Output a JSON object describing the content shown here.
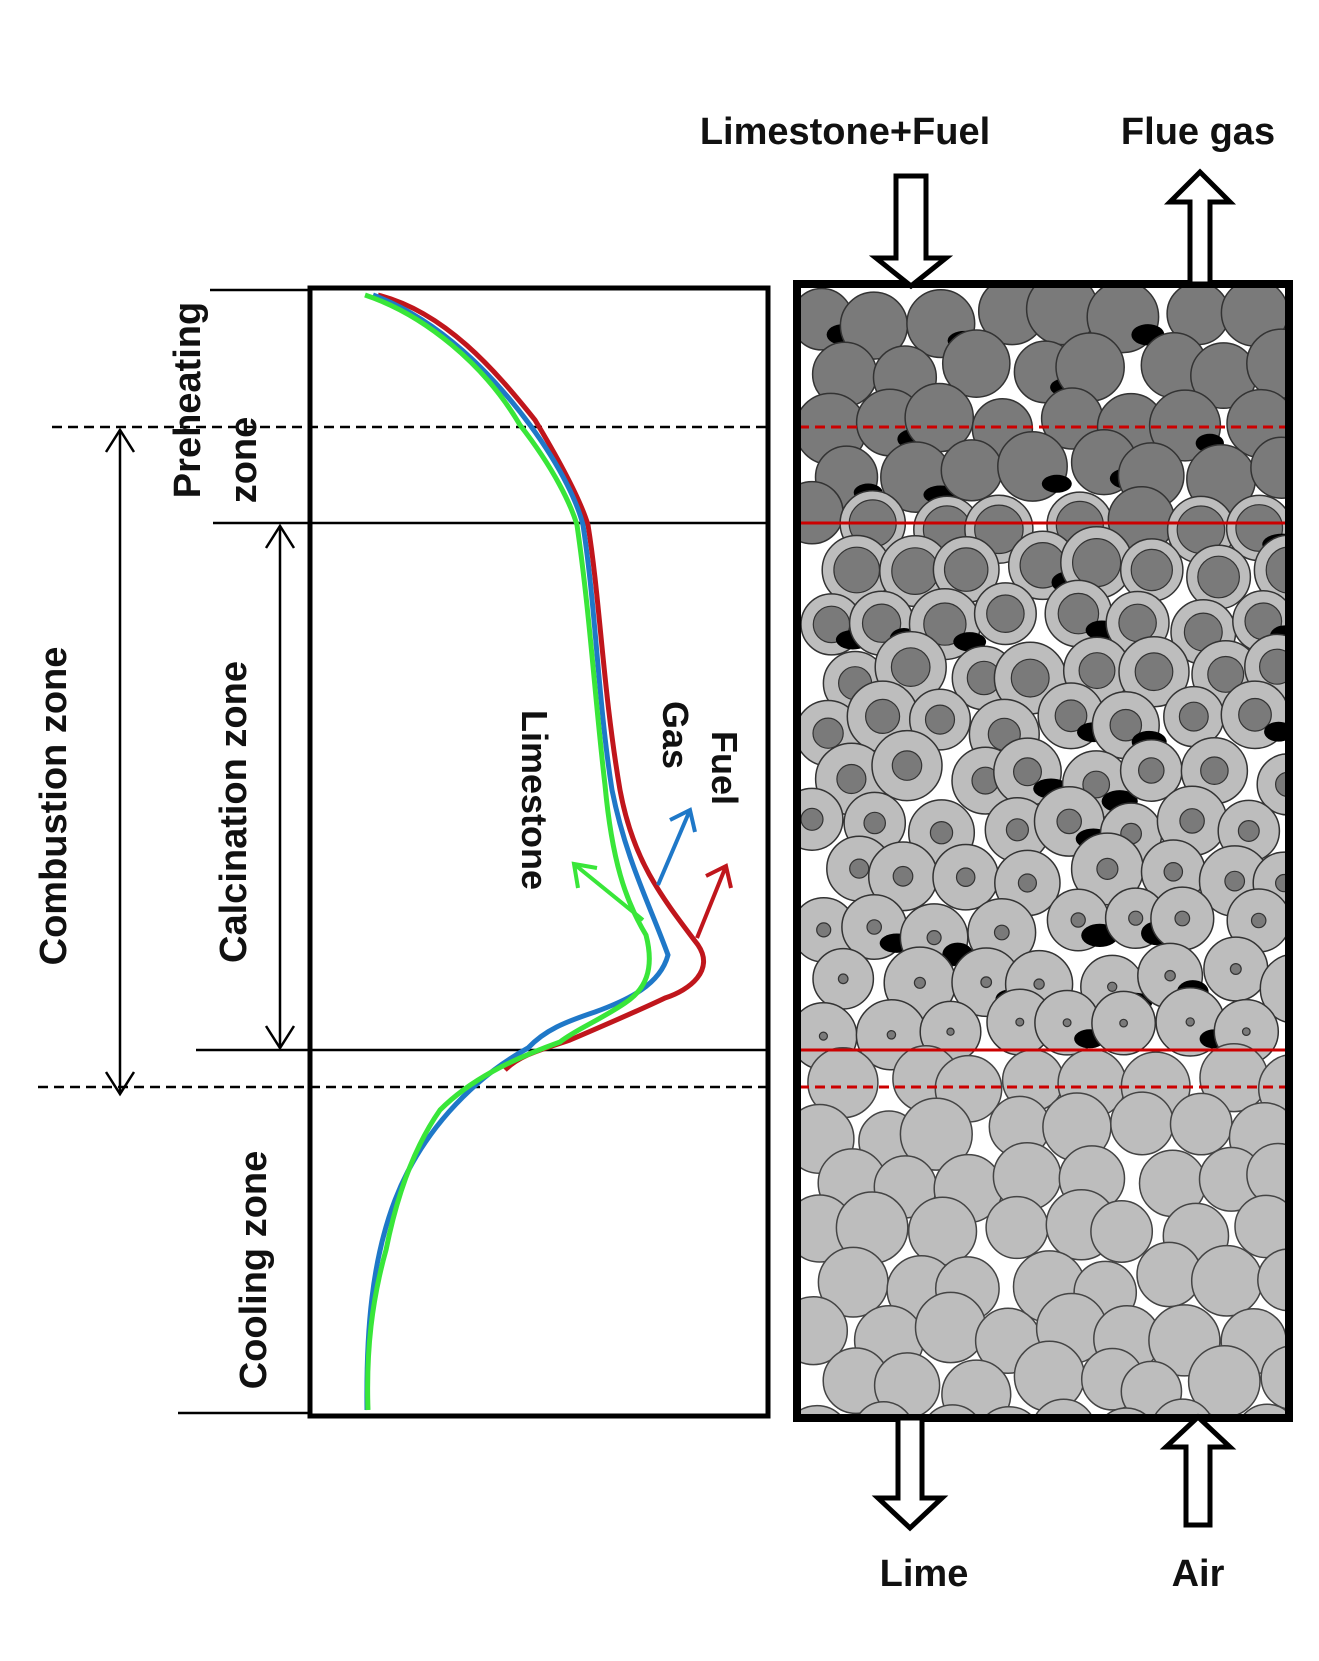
{
  "labels": {
    "inlet_top": "Limestone+Fuel",
    "outlet_top": "Flue gas",
    "outlet_bottom": "Lime",
    "inlet_bottom": "Air",
    "combustion_zone": "Combustion zone",
    "calcination_zone": "Calcination zone",
    "cooling_zone": "Cooling zone",
    "preheating_zone_line1": "Preheating",
    "preheating_zone_line2": "zone",
    "curve_fuel": "Fuel",
    "curve_gas": "Gas",
    "curve_limestone": "Limestone"
  },
  "colors": {
    "fuel": "#c0161c",
    "gas": "#1f78c8",
    "limestone": "#39e639",
    "zone_boundary": "#cc0000",
    "particle_dark": "#7a7a7a",
    "particle_light": "#bdbdbd",
    "fuel_particle": "#000000"
  }
}
